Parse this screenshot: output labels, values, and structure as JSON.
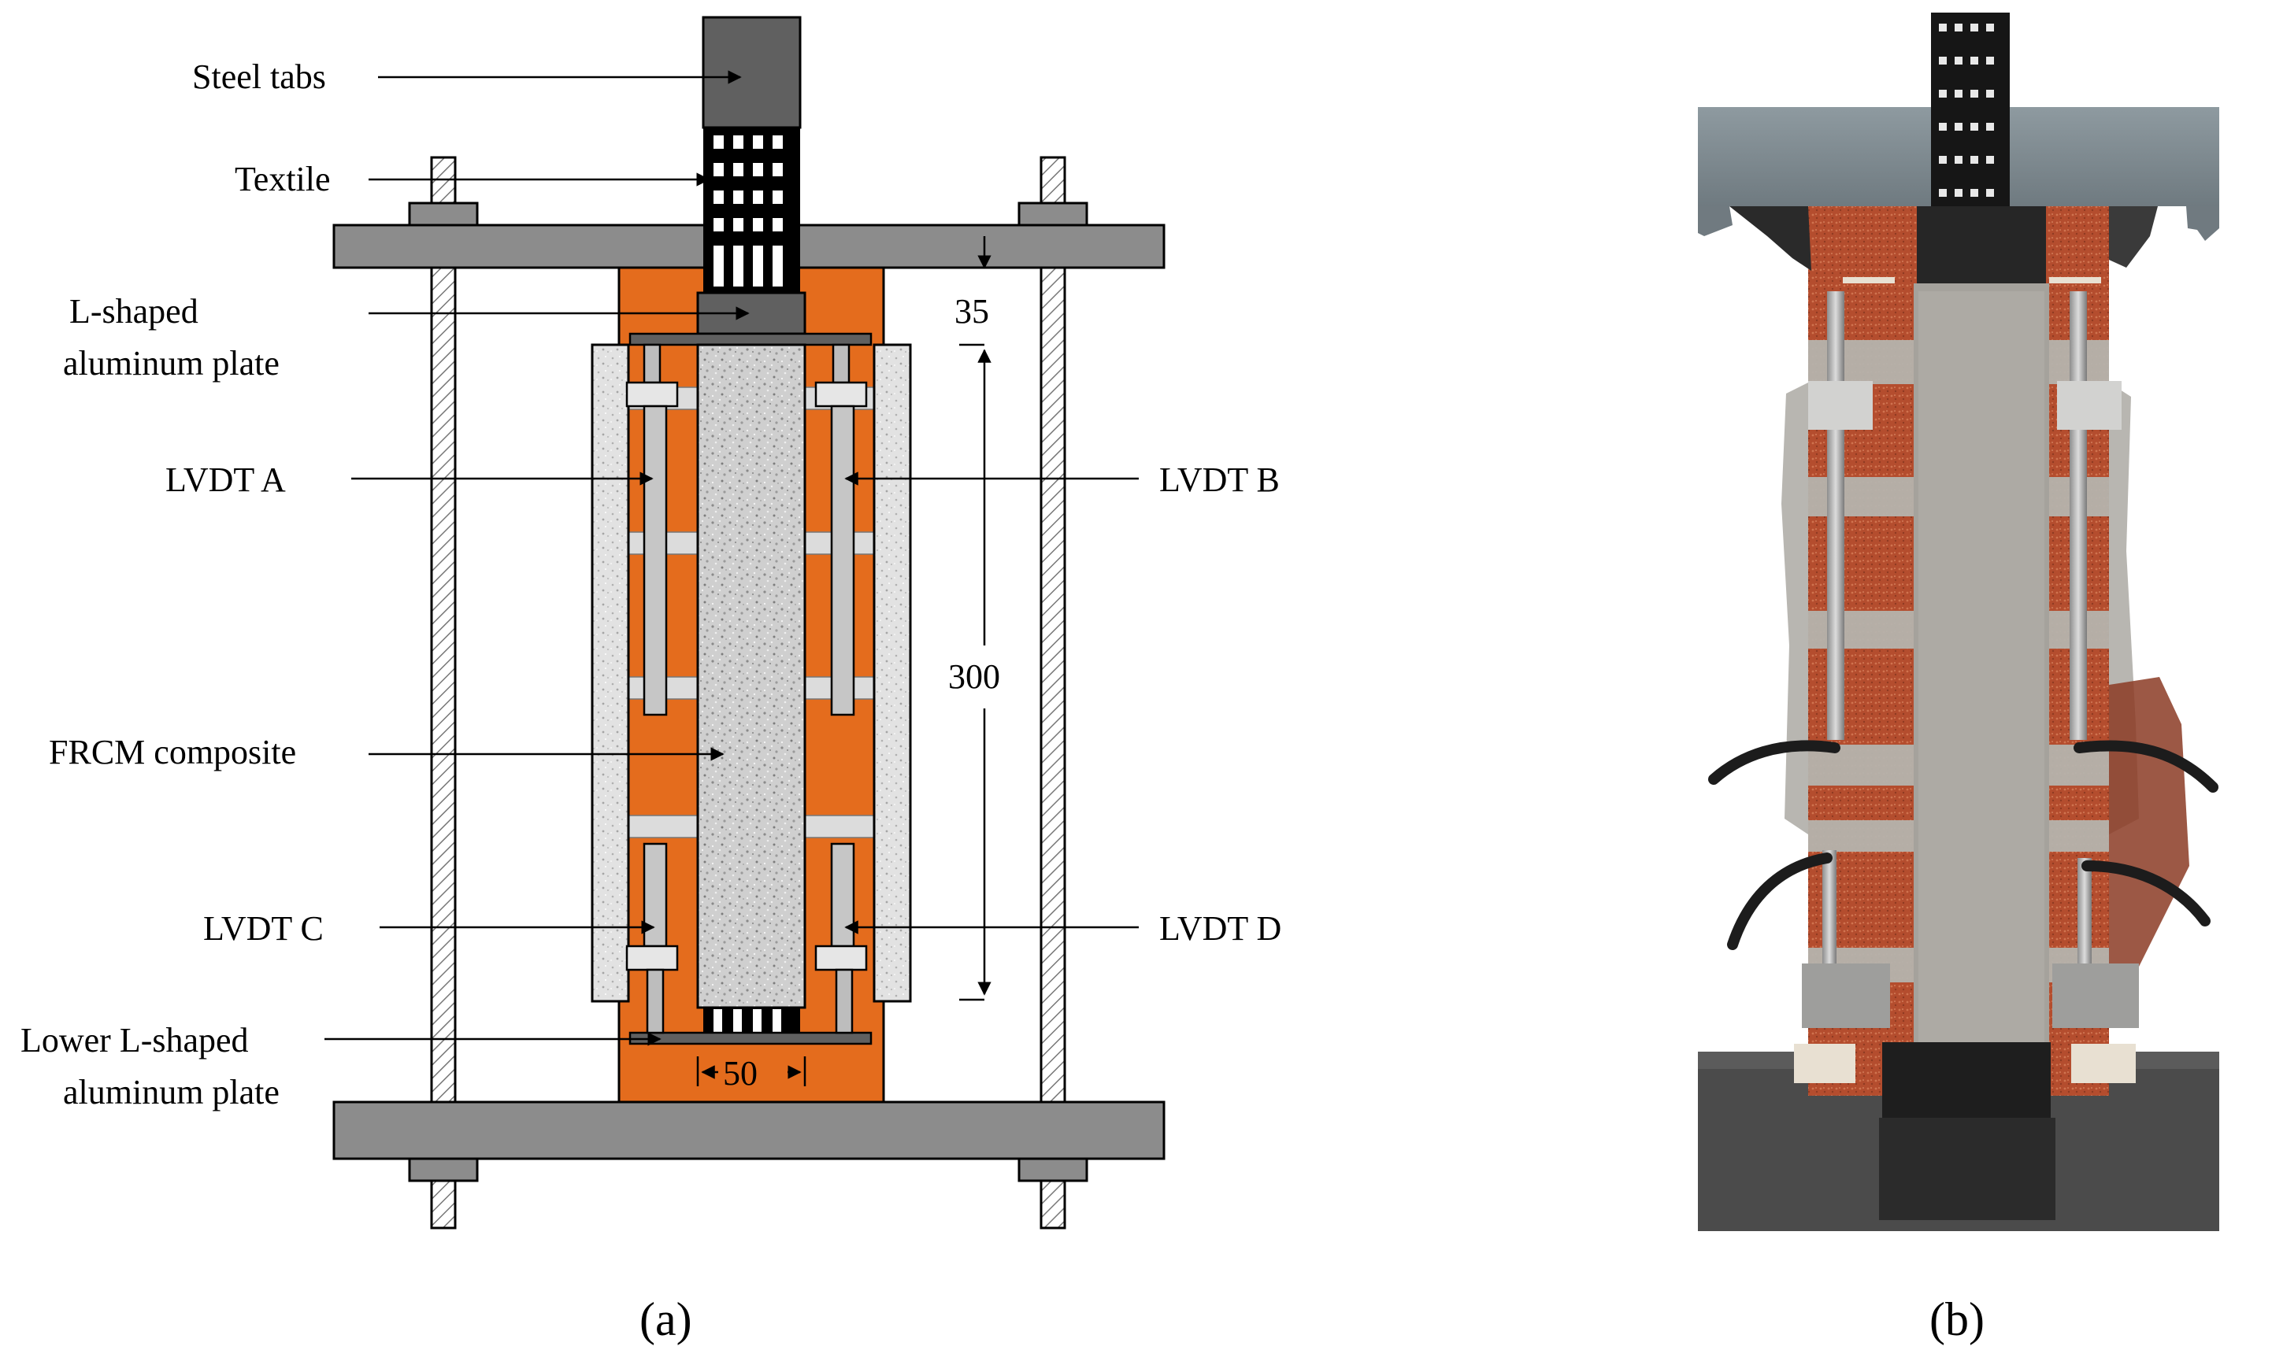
{
  "figure": {
    "panel_a": {
      "caption": "(a)",
      "labels": {
        "steel_tabs": "Steel tabs",
        "textile": "Textile",
        "l_shaped_line1": "L-shaped",
        "l_shaped_line2": "aluminum plate",
        "lvdt_a": "LVDT A",
        "lvdt_b": "LVDT B",
        "frcm": "FRCM composite",
        "lvdt_c": "LVDT C",
        "lvdt_d": "LVDT D",
        "lower_line1": "Lower L-shaped",
        "lower_line2": "aluminum plate"
      },
      "dimensions": {
        "gap": "35",
        "bonded_length": "300",
        "width": "50"
      }
    },
    "panel_b": {
      "caption": "(b)"
    },
    "colors": {
      "brick": "#e46c1d",
      "steel": "#8c8c8c",
      "tab": "#606060",
      "frame_line": "#000000",
      "mortar": "#dcdcdc",
      "rod": "#e8e8e8"
    }
  }
}
